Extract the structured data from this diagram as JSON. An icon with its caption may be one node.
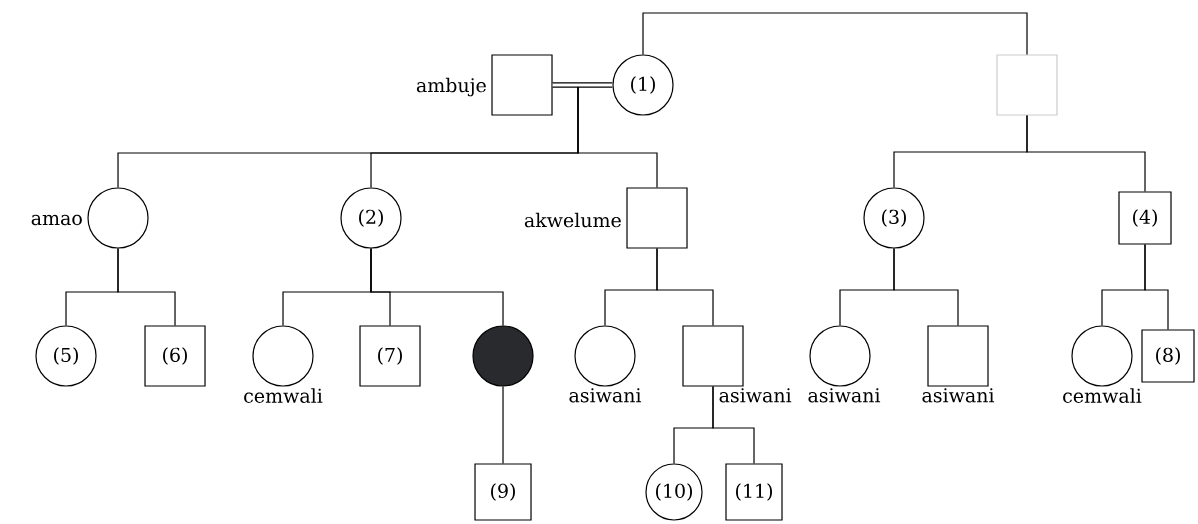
{
  "diagram": {
    "nodes": [
      {
        "text": [],
        "shape": "box",
        "beside": [
          "ambuje"
        ]
      },
      {
        "text": [
          "(1)"
        ]
      },
      {
        "text": [],
        "shape": "box"
      },
      {
        "text": [],
        "shape": "circle",
        "beside": [
          "amao"
        ]
      },
      {
        "text": [
          "(2)"
        ]
      },
      {
        "text": [],
        "shape": "box",
        "beside": [
          "akwelume"
        ]
      },
      {
        "text": [
          "(3)"
        ]
      },
      {
        "text": [
          "(4)"
        ]
      },
      {
        "text": [
          "(5)"
        ]
      },
      {
        "text": [
          "(6)"
        ]
      },
      {
        "text": [],
        "shape": "circle",
        "beside": [
          "cemwali"
        ]
      },
      {
        "text": [
          "(7)"
        ]
      },
      {
        "text": [],
        "shape": "circle"
      },
      {
        "text": [],
        "shape": "circle",
        "beside": [
          "asiwani"
        ]
      },
      {
        "text": [],
        "shape": "box",
        "beside": [
          "asiwani"
        ]
      },
      {
        "text": [],
        "shape": "circle",
        "beside": [
          "asiwani"
        ]
      },
      {
        "text": [],
        "shape": "box",
        "beside": [
          "asiwani"
        ]
      },
      {
        "text": [],
        "shape": "circle",
        "beside": [
          "cemwali"
        ]
      },
      {
        "text": [
          "(8)"
        ]
      },
      {
        "text": [
          "(9)"
        ]
      },
      {
        "text": [
          "(10)"
        ]
      },
      {
        "text": [
          "(11)"
        ]
      }
    ],
    "edges": [
      {
        "from": 0,
        "to": 1,
        "arrow": "none",
        "style": "thick"
      },
      {
        "from": 1,
        "to": 2,
        "arrow": "none"
      },
      {
        "from": 1,
        "to": 3,
        "arrow": "none"
      },
      {
        "from": 1,
        "to": 4,
        "arrow": "none"
      },
      {
        "from": 1,
        "to": 5,
        "arrow": "none"
      },
      {
        "from": 2,
        "to": 6,
        "arrow": "none"
      },
      {
        "from": 2,
        "to": 7,
        "arrow": "none"
      },
      {
        "from": 3,
        "to": 8,
        "arrow": "none"
      },
      {
        "from": 3,
        "to": 9,
        "arrow": "none"
      },
      {
        "from": 4,
        "to": 10,
        "arrow": "none"
      },
      {
        "from": 4,
        "to": 11,
        "arrow": "none"
      },
      {
        "from": 4,
        "to": 12,
        "arrow": "none"
      },
      {
        "from": 5,
        "to": 13,
        "arrow": "none"
      },
      {
        "from": 5,
        "to": 14,
        "arrow": "none"
      },
      {
        "from": 6,
        "to": 15,
        "arrow": "none"
      },
      {
        "from": 6,
        "to": 16,
        "arrow": "none"
      },
      {
        "from": 7,
        "to": 17,
        "arrow": "none"
      },
      {
        "from": 7,
        "to": 18,
        "arrow": "none"
      },
      {
        "from": 12,
        "to": 19,
        "arrow": "none"
      },
      {
        "from": 14,
        "to": 20,
        "arrow": "none"
      },
      {
        "from": 14,
        "to": 21,
        "arrow": "none"
      }
    ]
  }
}
